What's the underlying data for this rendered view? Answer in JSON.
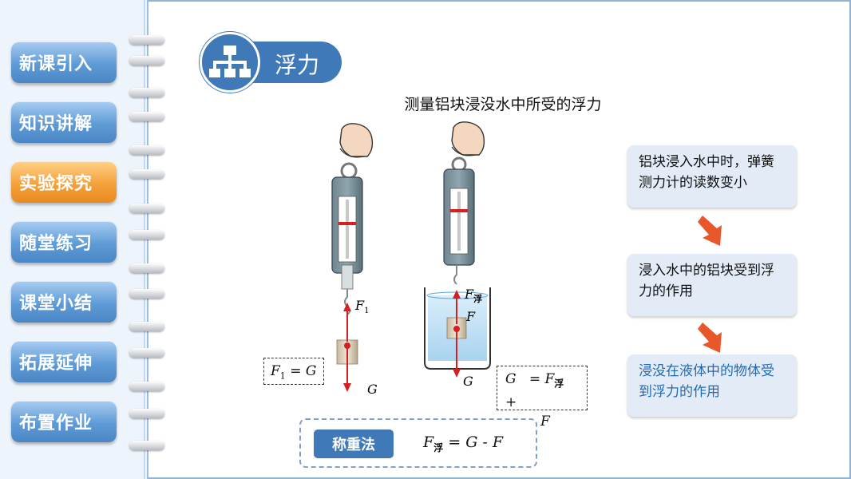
{
  "nav": {
    "items": [
      {
        "label": "新课引入"
      },
      {
        "label": "知识讲解"
      },
      {
        "label": "实验探究"
      },
      {
        "label": "随堂练习"
      },
      {
        "label": "课堂小结"
      },
      {
        "label": "拓展延伸"
      },
      {
        "label": "布置作业"
      }
    ],
    "active_index": 2
  },
  "title": "浮力",
  "heading": "测量铝块浸没水中所受的浮力",
  "diagram": {
    "label_f1": "F",
    "label_f1_sub": "1",
    "label_g_left": "G",
    "label_f_buoy": "F",
    "label_f_buoy_sub": "浮",
    "label_f_right": "F",
    "label_g_right": "G"
  },
  "formula_left": {
    "lhs": "F",
    "lhs_sub": "1",
    "rhs": " = G"
  },
  "formula_right": {
    "line1_a": "G",
    "line1_b": "= F",
    "line1_sub": "浮",
    "line1_c": " +",
    "line2": "F"
  },
  "method": {
    "label": "称重法",
    "formula_a": "F",
    "formula_sub": "浮",
    "formula_b": " = G - F"
  },
  "info_boxes": [
    {
      "text": "铝块浸入水中时，弹簧测力计的读数变小"
    },
    {
      "text": "浸入水中的铝块受到浮力的作用"
    },
    {
      "text": "浸没在液体中的物体受到浮力的作用"
    }
  ],
  "colors": {
    "accent": "#3f79b7",
    "active": "#f5a13a",
    "arrow": "#e8572a",
    "force": "#d42020"
  }
}
